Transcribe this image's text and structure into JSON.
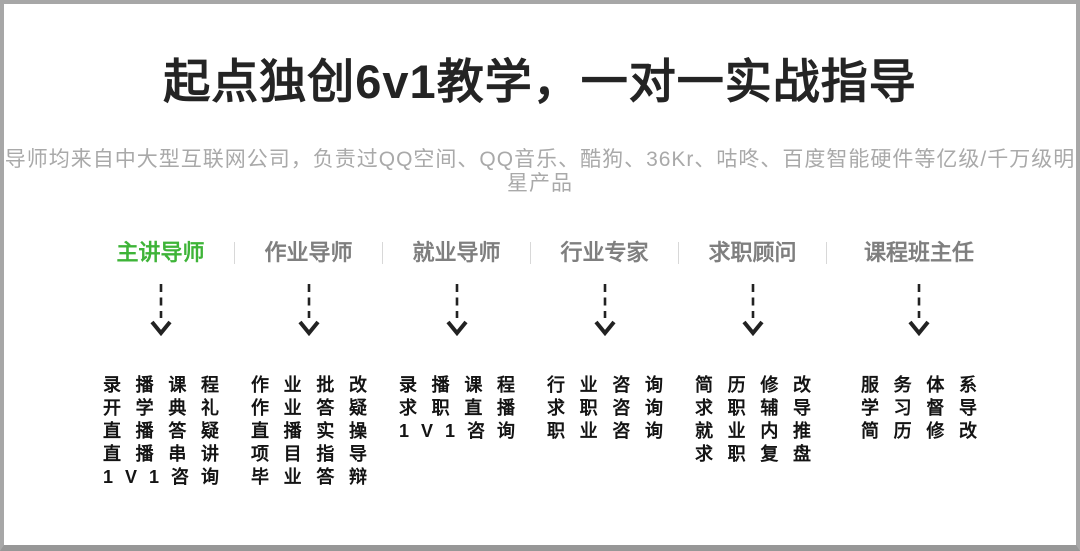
{
  "page": {
    "title": "起点独创6v1教学，一对一实战指导",
    "subtitle": "导师均来自中大型互联网公司，负责过QQ空间、QQ音乐、酷狗、36Kr、咕咚、百度智能硬件等亿级/千万级明星产品"
  },
  "colors": {
    "accent_green": "#3eb438",
    "header_gray": "#7f7f7f",
    "body_text": "#141414",
    "subtitle_gray": "#a9a9a9",
    "divider_gray": "#d8d8d8",
    "frame_gray": "#a7a7a7"
  },
  "columns": [
    {
      "title": "主讲导师",
      "highlighted": true,
      "items": [
        "录播课程",
        "开学典礼",
        "直播答疑",
        "直播串讲",
        "1V1咨询"
      ]
    },
    {
      "title": "作业导师",
      "highlighted": false,
      "items": [
        "作业批改",
        "作业答疑",
        "直播实操",
        "项目指导",
        "毕业答辩"
      ]
    },
    {
      "title": "就业导师",
      "highlighted": false,
      "items": [
        "录播课程",
        "求职直播",
        "1V1咨询"
      ]
    },
    {
      "title": "行业专家",
      "highlighted": false,
      "items": [
        "行业咨询",
        "求职咨询",
        "职业咨询"
      ]
    },
    {
      "title": "求职顾问",
      "highlighted": false,
      "items": [
        "简历修改",
        "求职辅导",
        "就业内推",
        "求职复盘"
      ]
    },
    {
      "title": "课程班主任",
      "highlighted": false,
      "items": [
        "服务体系",
        "学习督导",
        "简历修改"
      ]
    }
  ]
}
